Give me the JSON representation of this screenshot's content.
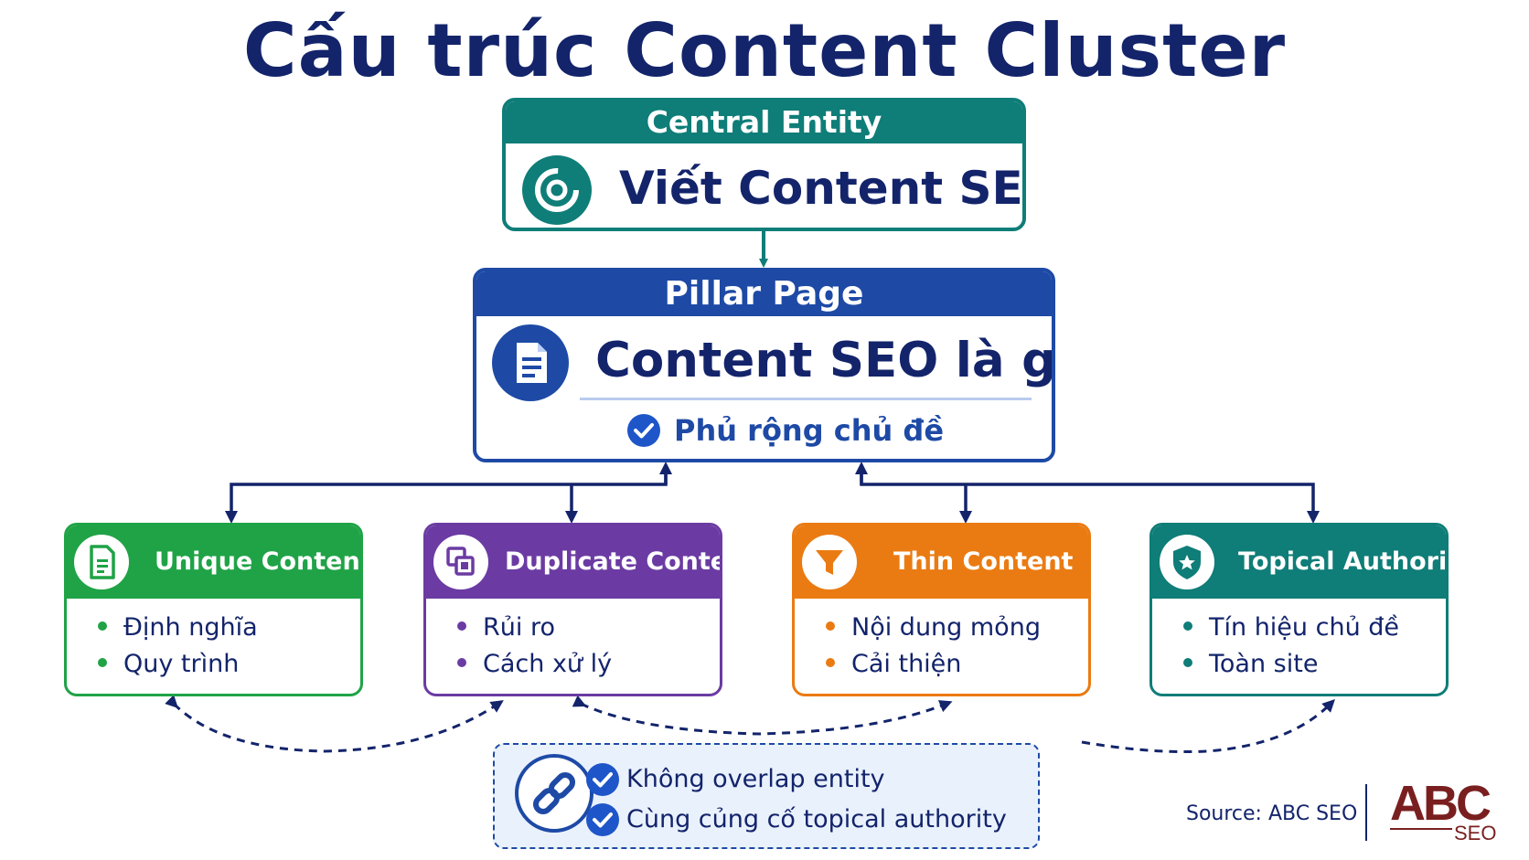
{
  "title": "Cấu trúc Content Cluster",
  "central": {
    "label": "Central Entity",
    "text": "Viết Content SEO",
    "icon": "target-icon",
    "color": "#0f7d78"
  },
  "pillar": {
    "label": "Pillar Page",
    "text": "Content SEO là gì?",
    "note": "Phủ rộng chủ đề",
    "icon": "document-icon",
    "color": "#1e4aa6"
  },
  "clusters": [
    {
      "title": "Unique Content",
      "items": [
        "Định nghĩa",
        "Quy trình"
      ],
      "color": "#1fa346",
      "icon": "document-icon"
    },
    {
      "title": "Duplicate Content",
      "items": [
        "Rủi ro",
        "Cách xử lý"
      ],
      "color": "#6b3ba3",
      "icon": "copy-icon"
    },
    {
      "title": "Thin Content",
      "items": [
        "Nội dung mỏng",
        "Cải thiện"
      ],
      "color": "#ea7b12",
      "icon": "funnel-icon"
    },
    {
      "title": "Topical Authority",
      "items": [
        "Tín hiệu chủ đề",
        "Toàn site"
      ],
      "color": "#0f7d78",
      "icon": "shield-star-icon"
    }
  ],
  "info": {
    "points": [
      "Không overlap entity",
      "Cùng củng cố topical authority"
    ],
    "icon": "link-icon"
  },
  "source": "Source: ABC SEO",
  "logo": {
    "main": "ABC",
    "sub": "SEO",
    "color": "#7a1f1f"
  }
}
